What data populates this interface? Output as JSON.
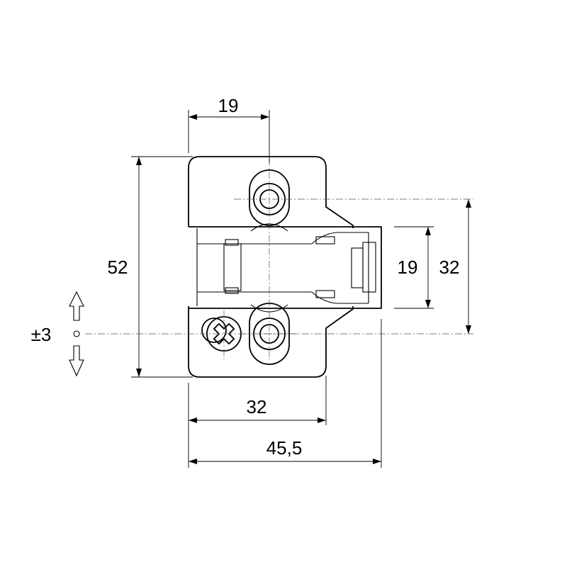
{
  "dimensions": {
    "top_width": "19",
    "overall_height": "52",
    "slot_height": "19",
    "hole_spacing_vertical": "32",
    "hole_spacing_horizontal": "32",
    "overall_width": "45,5",
    "adjustment": "±3"
  },
  "colors": {
    "line": "#000000",
    "background": "#ffffff"
  },
  "icons": [
    "adjust-up-arrow-icon",
    "adjust-down-arrow-icon",
    "phillips-screw-icon"
  ]
}
